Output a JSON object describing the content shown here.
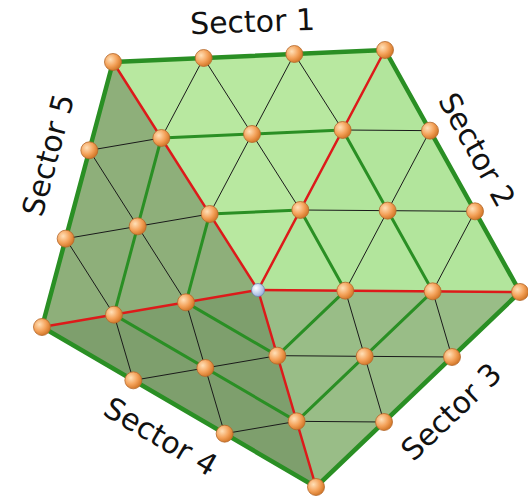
{
  "diagram": {
    "labels": [
      "Sector 1",
      "Sector 2",
      "Sector 3",
      "Sector 4",
      "Sector 5"
    ]
  }
}
